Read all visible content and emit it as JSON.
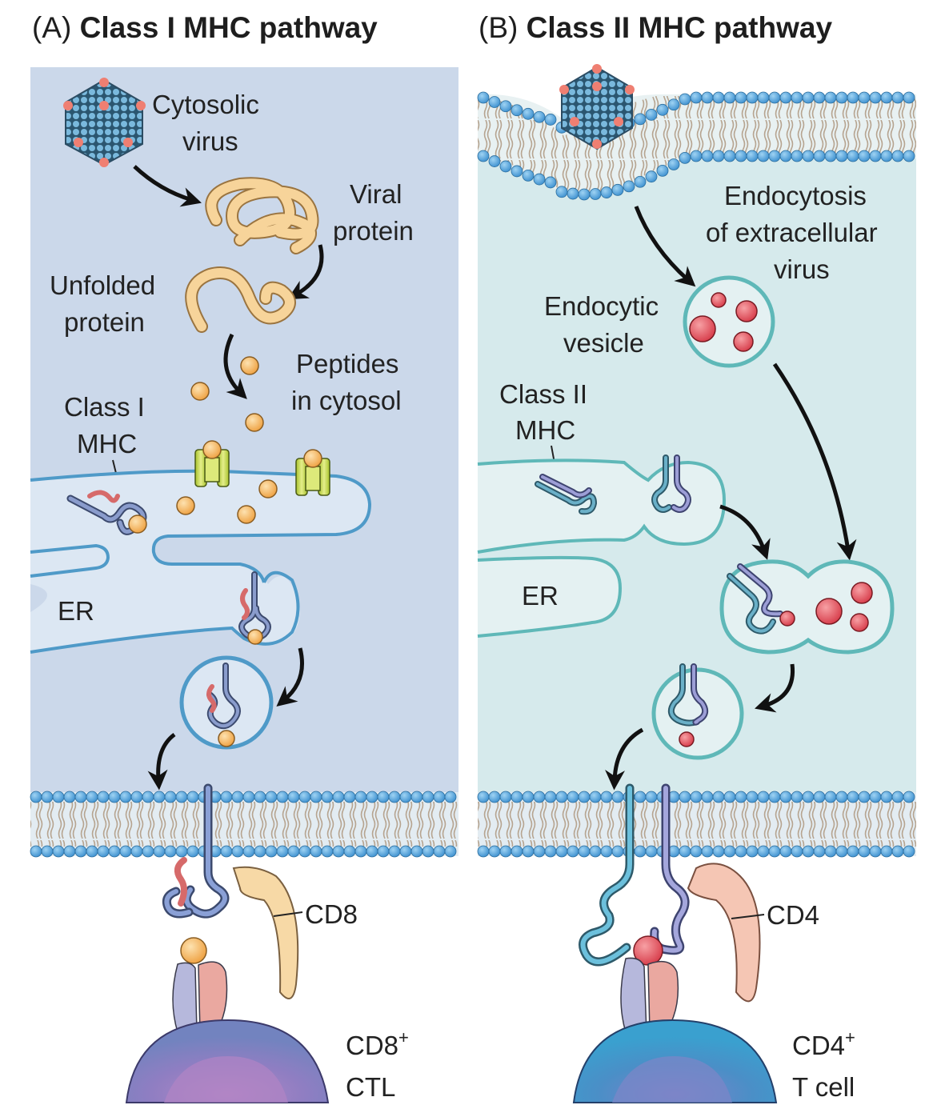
{
  "panels": [
    {
      "id": "A",
      "prefix": "(A)",
      "title": "Class I MHC pathway",
      "background": "#cbd8ea",
      "labels": {
        "virus": [
          "Cytosolic",
          "virus"
        ],
        "viral_protein": [
          "Viral",
          "protein"
        ],
        "unfolded_protein": [
          "Unfolded",
          "protein"
        ],
        "peptides": [
          "Peptides",
          "in cytosol"
        ],
        "mhc": [
          "Class I",
          "MHC"
        ],
        "er": "ER",
        "coreceptor": "CD8",
        "cell": [
          "CD8",
          "+",
          "CTL"
        ]
      }
    },
    {
      "id": "B",
      "prefix": "(B)",
      "title": "Class II MHC pathway",
      "background": "#d6eaec",
      "labels": {
        "endocytosis": [
          "Endocytosis",
          "of extracellular",
          "virus"
        ],
        "vesicle": [
          "Endocytic",
          "vesicle"
        ],
        "mhc": [
          "Class II",
          "MHC"
        ],
        "er": "ER",
        "coreceptor": "CD4",
        "cell": [
          "CD4",
          "+",
          "T cell"
        ]
      }
    }
  ],
  "colors": {
    "membrane_head": "#4a9fd6",
    "peptide_orange": "#f2b25c",
    "antigen_red": "#e0505a",
    "er_outline_a": "#4f9ac8",
    "er_outline_b": "#5fb8b8",
    "mhc_blue": "#7b8fc2",
    "tap_green": "#c8dc48",
    "cd8_fill": "#f7d9a6",
    "cd4_fill": "#f5c6b4"
  }
}
